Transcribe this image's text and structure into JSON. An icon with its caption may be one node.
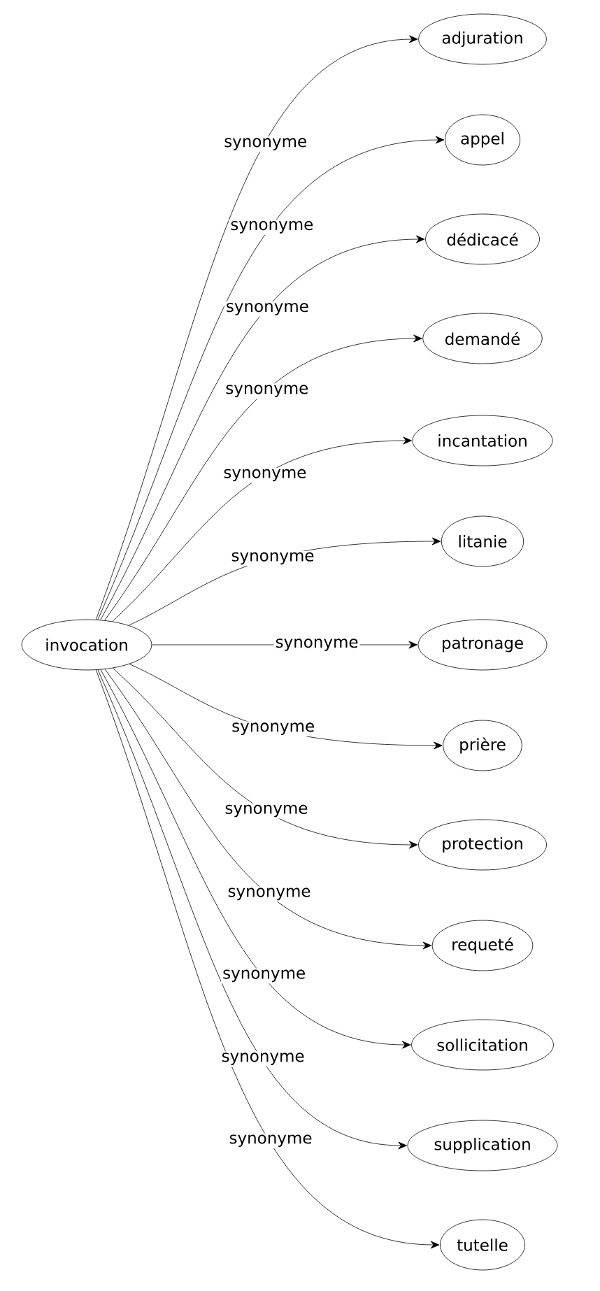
{
  "diagram": {
    "nodes": [
      {
        "text": [
          "invocation"
        ]
      },
      {
        "text": [
          "adjuration"
        ]
      },
      {
        "text": [
          "appel"
        ]
      },
      {
        "text": [
          "dédicacé"
        ]
      },
      {
        "text": [
          "demandé"
        ]
      },
      {
        "text": [
          "incantation"
        ]
      },
      {
        "text": [
          "litanie"
        ]
      },
      {
        "text": [
          "patronage"
        ]
      },
      {
        "text": [
          "prière"
        ]
      },
      {
        "text": [
          "protection"
        ]
      },
      {
        "text": [
          "requeté"
        ]
      },
      {
        "text": [
          "sollicitation"
        ]
      },
      {
        "text": [
          "supplication"
        ]
      },
      {
        "text": [
          "tutelle"
        ]
      }
    ],
    "edges": [
      {
        "from": 0,
        "to": 1,
        "arrow": "to",
        "label": "synonyme"
      },
      {
        "from": 0,
        "to": 2,
        "arrow": "to",
        "label": "synonyme"
      },
      {
        "from": 0,
        "to": 3,
        "arrow": "to",
        "label": "synonyme"
      },
      {
        "from": 0,
        "to": 4,
        "arrow": "to",
        "label": "synonyme"
      },
      {
        "from": 0,
        "to": 5,
        "arrow": "to",
        "label": "synonyme"
      },
      {
        "from": 0,
        "to": 6,
        "arrow": "to",
        "label": "synonyme"
      },
      {
        "from": 0,
        "to": 7,
        "arrow": "to",
        "label": "synonyme"
      },
      {
        "from": 0,
        "to": 8,
        "arrow": "to",
        "label": "synonyme"
      },
      {
        "from": 0,
        "to": 9,
        "arrow": "to",
        "label": "synonyme"
      },
      {
        "from": 0,
        "to": 10,
        "arrow": "to",
        "label": "synonyme"
      },
      {
        "from": 0,
        "to": 11,
        "arrow": "to",
        "label": "synonyme"
      },
      {
        "from": 0,
        "to": 12,
        "arrow": "to",
        "label": "synonyme"
      },
      {
        "from": 0,
        "to": 13,
        "arrow": "to",
        "label": "synonyme"
      }
    ]
  }
}
